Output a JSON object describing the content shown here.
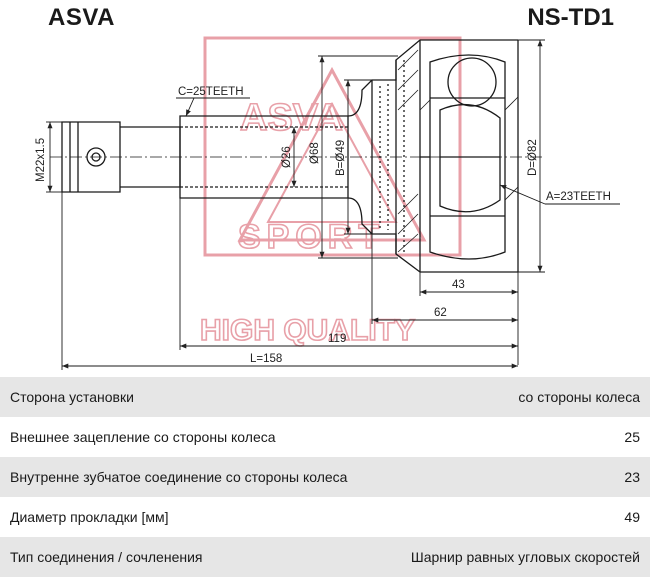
{
  "header": {
    "brand": "ASVA",
    "part_number": "NS-TD1"
  },
  "watermark": {
    "line1": "ASVA",
    "line2": "SPORT",
    "line3": "HIGH QUALITY",
    "color": "#e8a0a8"
  },
  "drawing": {
    "labels": {
      "thread": "M22x1.5",
      "c_teeth": "C=25TEETH",
      "d26": "Ø26",
      "d68": "Ø68",
      "b49": "B=Ø49",
      "d82": "D=Ø82",
      "a_teeth": "A=23TEETH",
      "l43": "43",
      "l62": "62",
      "l119": "119",
      "l158": "L=158"
    }
  },
  "specs": [
    {
      "label": "Сторона установки",
      "value": "со стороны колеса"
    },
    {
      "label": "Внешнее зацепление со стороны колеса",
      "value": "25"
    },
    {
      "label": "Внутренне зубчатое соединение со стороны колеса",
      "value": "23"
    },
    {
      "label": "Диаметр прокладки [мм]",
      "value": "49"
    },
    {
      "label": "Тип соединения / сочленения",
      "value": "Шарнир равных угловых скоростей"
    }
  ]
}
